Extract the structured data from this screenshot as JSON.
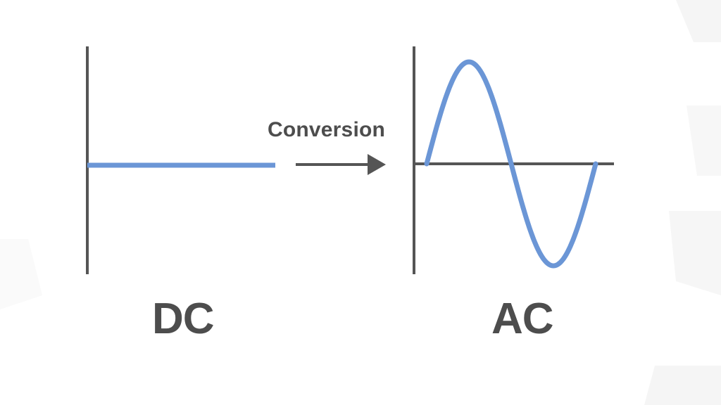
{
  "diagram": {
    "conversion_label": "Conversion",
    "dc_label": "DC",
    "ac_label": "AC"
  },
  "colors": {
    "axis": "#555555",
    "signal": "#6b96d6",
    "text": "#4d4d4d",
    "background": "#ffffff",
    "decor": "#f4f4f4"
  },
  "icons": {
    "arrow": "arrow-right-icon"
  }
}
